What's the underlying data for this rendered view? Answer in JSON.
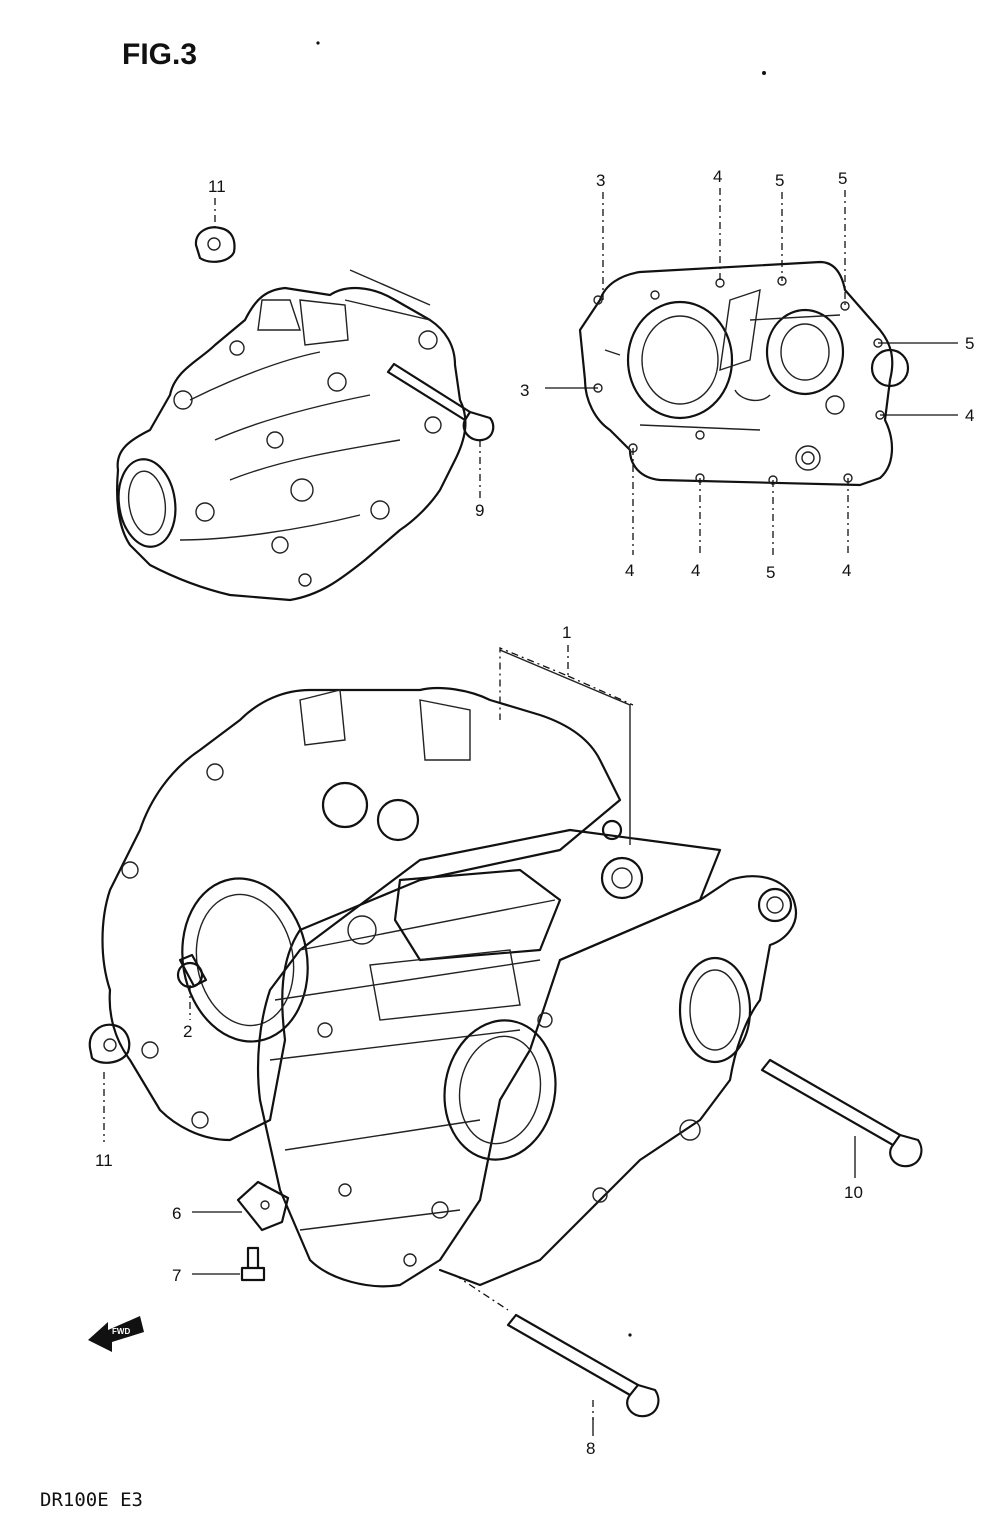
{
  "figure_title": "FIG.3",
  "model_code": "DR100E E3",
  "fwd_symbol": "FWD",
  "callouts": {
    "c1": "1",
    "c2": "2",
    "c3a": "3",
    "c3b": "3",
    "c4a": "4",
    "c4b": "4",
    "c4c": "4",
    "c4d": "4",
    "c4e": "4",
    "c5a": "5",
    "c5b": "5",
    "c5c": "5",
    "c5d": "5",
    "c6": "6",
    "c7": "7",
    "c8": "8",
    "c9": "9",
    "c10": "10",
    "c11a": "11",
    "c11b": "11"
  }
}
